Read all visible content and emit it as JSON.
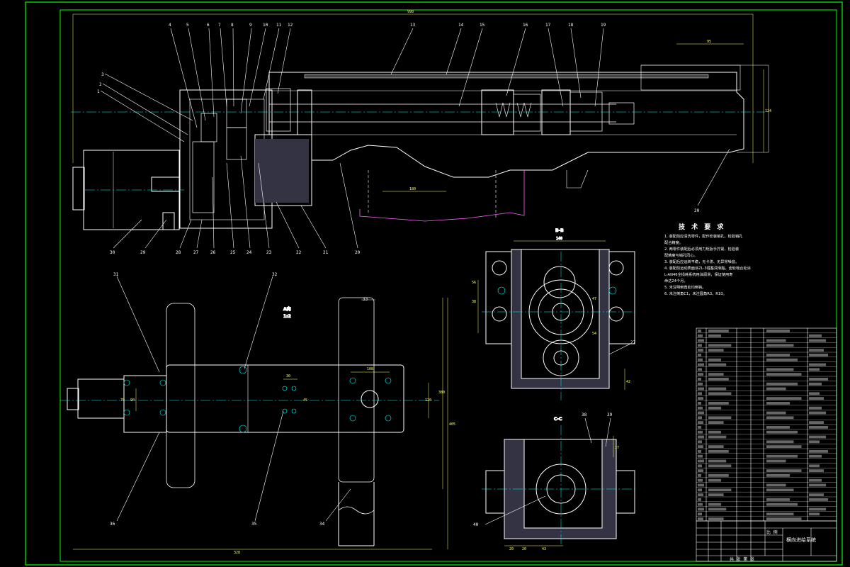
{
  "drawing": {
    "part_labels": [
      "1",
      "2",
      "3",
      "4",
      "5",
      "6",
      "7",
      "8",
      "9",
      "10",
      "11",
      "12",
      "13",
      "14",
      "15",
      "16",
      "17",
      "18",
      "19",
      "20",
      "21",
      "22",
      "23",
      "24",
      "25",
      "26",
      "27",
      "28",
      "29",
      "30",
      "31",
      "32",
      "33",
      "34",
      "35",
      "36",
      "37",
      "38",
      "39",
      "40"
    ],
    "view_titles": {
      "b_b": "B-B",
      "c_c": "C-C",
      "a_view": "A向",
      "scale": "1:2"
    },
    "dimensions": {
      "total_length": "998",
      "top_right": "95",
      "right_height": "124",
      "mid_gap": "180",
      "bb_width": "140",
      "bb_d1": "56",
      "bb_d2": "38",
      "bb_d3": "47",
      "bb_d4": "54",
      "bb_side": "42",
      "cc_w1": "20",
      "cc_w2": "20",
      "cc_w3": "43",
      "cc_h": "37",
      "plan_width": "328",
      "plan_d1": "30",
      "plan_d2": "108",
      "plan_d3": "45",
      "plan_d4": "120",
      "plan_height": "380",
      "plan_height2": "405",
      "left_d1": "90",
      "left_d2": "70"
    },
    "tech_requirements": {
      "title": "技 术 要 求",
      "lines": [
        "1. 装配前应清洗零件，配作安装销孔，检验销孔",
        "   配合精度。",
        "2. 两零件装配后必须用力矩扳手拧紧，检验装",
        "   配精度与销孔同心。",
        "3. 装配后应运转平稳，无卡滞、无异常噪音。",
        "4. 装配前运动表面涂ZL-3锂基润滑脂，齿轮啮合处涂",
        "   L-AN46全损耗系统用油润滑，保证使用寿",
        "   命达24个月。",
        "5. 未注明倒角处均倒钝。",
        "6. 未注倒角C1，未注圆角R3、R10。"
      ]
    },
    "title_block": {
      "name": "横向进给系统",
      "scale_label": "比 例",
      "sheet_label": "共 张 第 张"
    }
  }
}
